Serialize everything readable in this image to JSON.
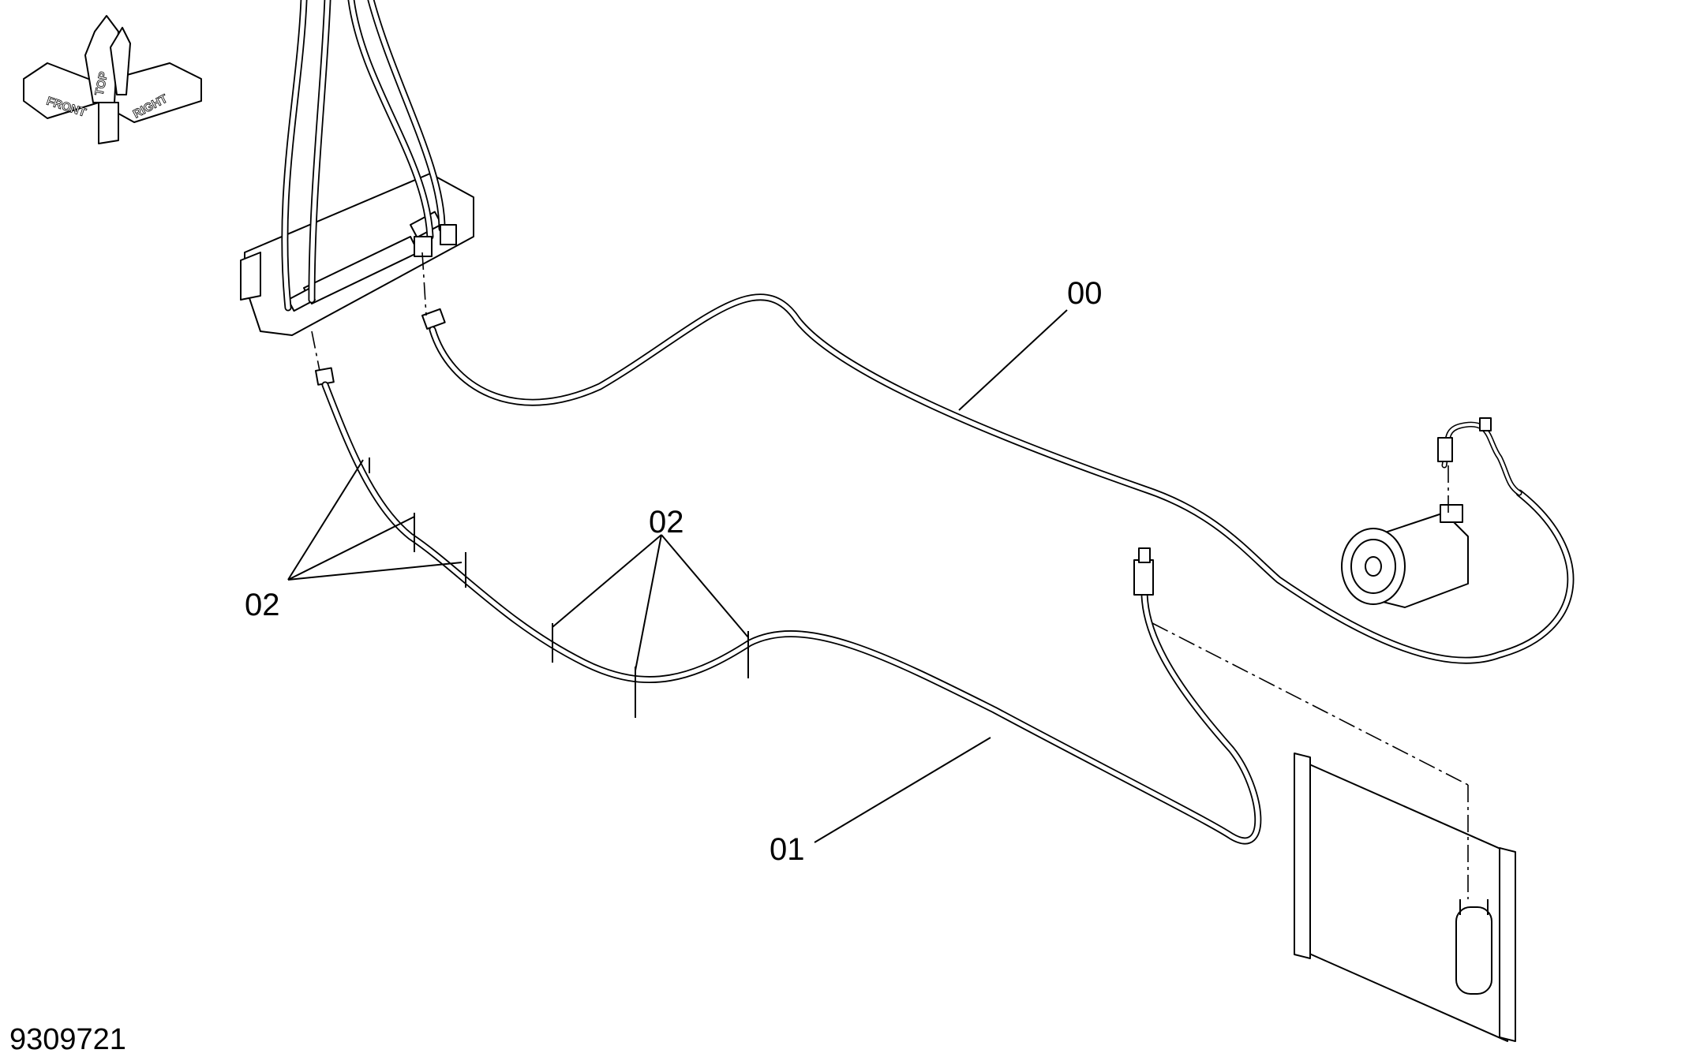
{
  "orientation": {
    "top_label": "TOP",
    "front_label": "FRONT",
    "right_label": "RIGHT"
  },
  "callouts": {
    "hose_00": "00",
    "hose_01": "01",
    "clamp_left": "02",
    "clamp_center": "02"
  },
  "figure_number": "9309721"
}
